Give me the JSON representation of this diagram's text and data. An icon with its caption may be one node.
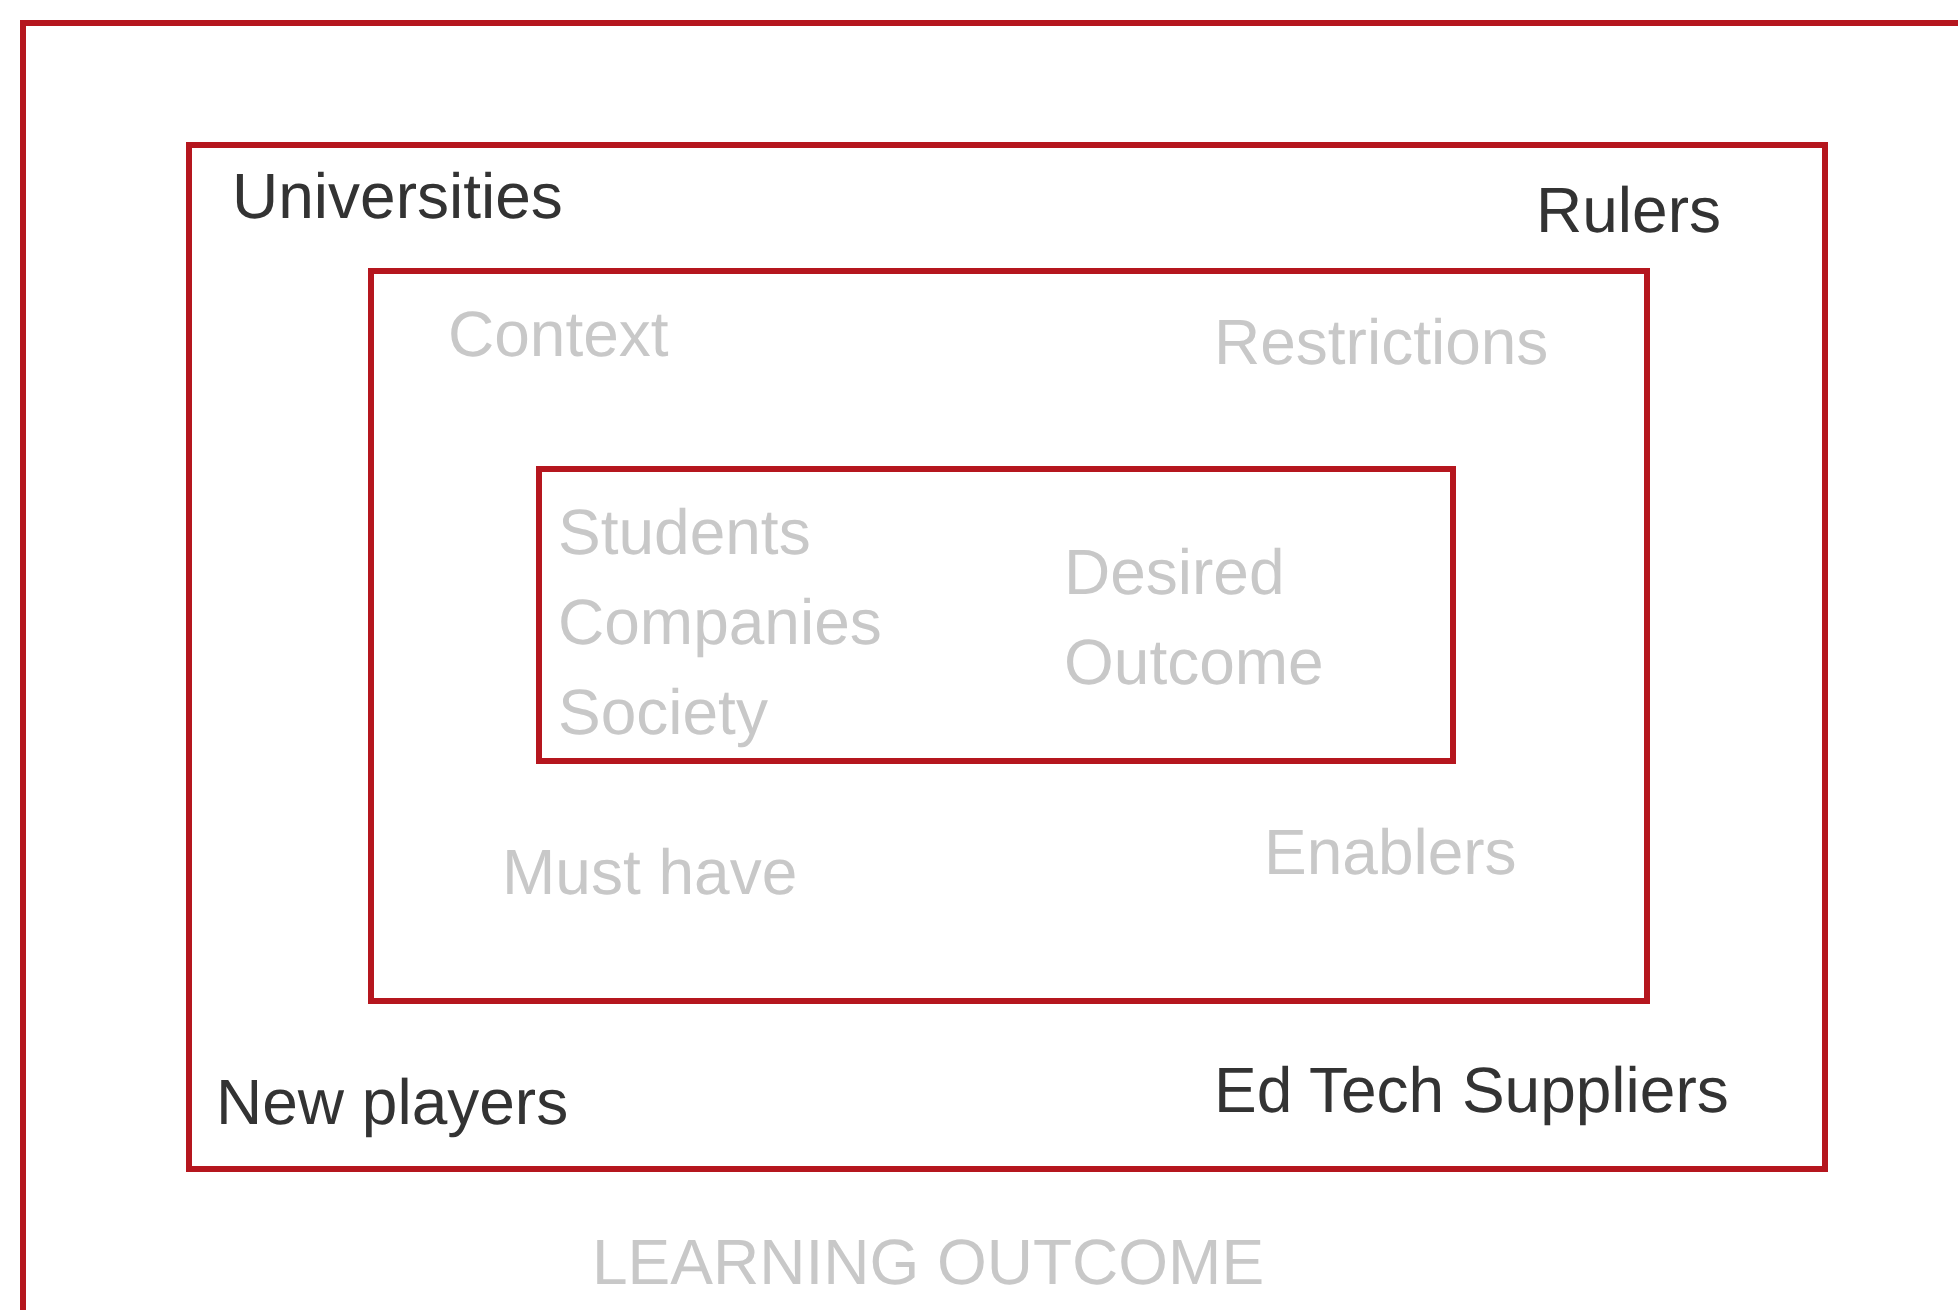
{
  "diagram": {
    "nodes": [
      {
        "text": [
          "LEARNING OUTCOME"
        ]
      },
      {
        "text": [
          "Universities",
          "Rulers",
          "New players",
          "Ed Tech Suppliers"
        ],
        "in": 0
      },
      {
        "text": [
          "Context",
          "Restrictions",
          "Must have",
          "Enablers"
        ],
        "in": 1
      },
      {
        "text": [
          "Students Companies Society",
          "Desired Outcome"
        ],
        "in": 2
      }
    ]
  }
}
